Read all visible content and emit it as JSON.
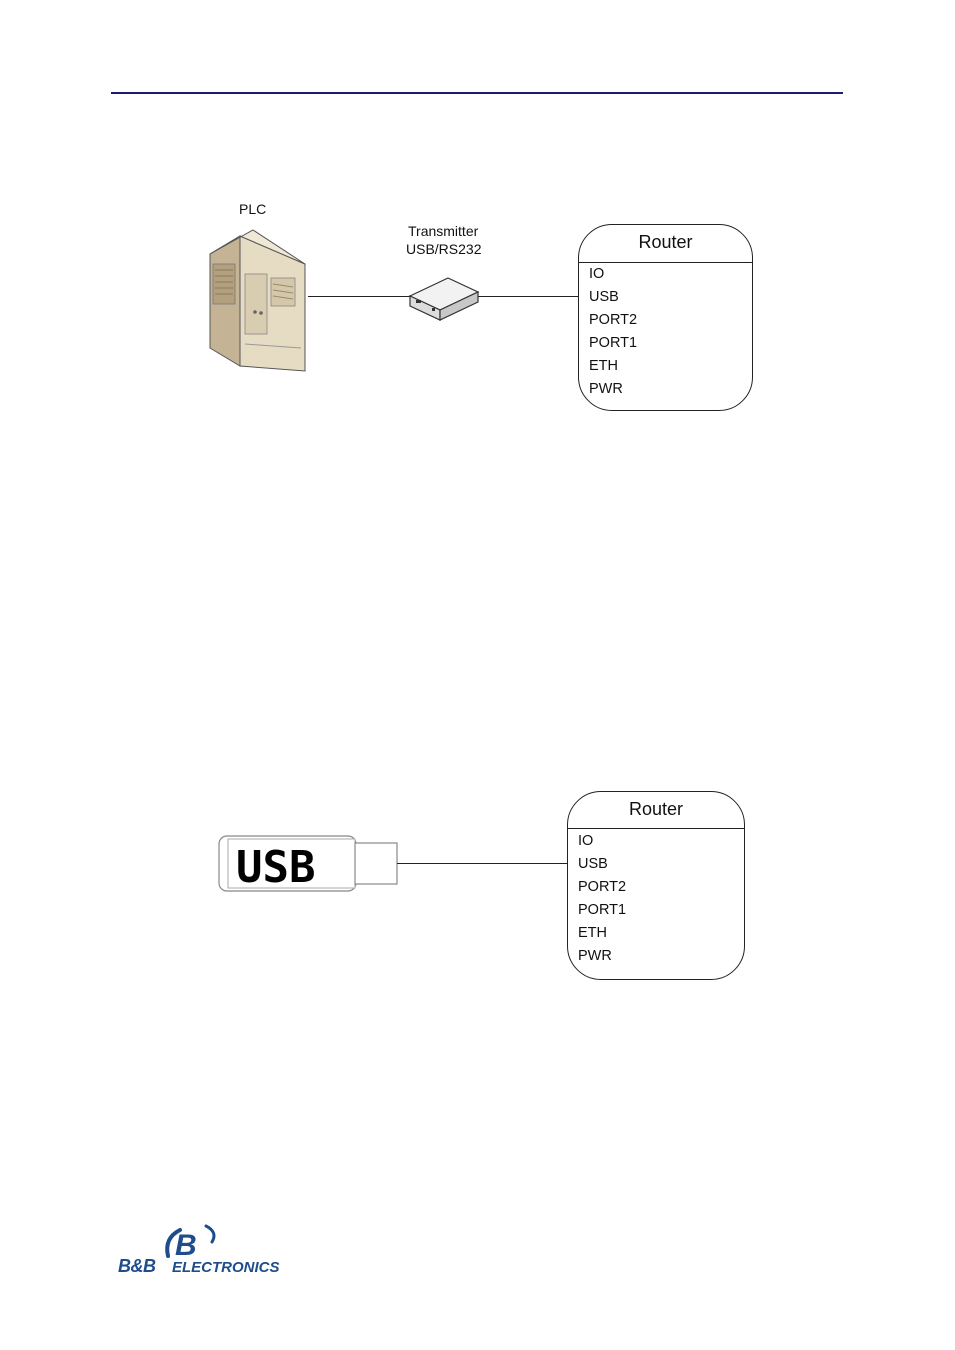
{
  "diagram1": {
    "plc_label": "PLC",
    "transmitter_label_line1": "Transmitter",
    "transmitter_label_line2": "USB/RS232",
    "router": {
      "title": "Router",
      "ports": [
        "IO",
        "USB",
        "PORT2",
        "PORT1",
        "ETH",
        "PWR"
      ]
    }
  },
  "diagram2": {
    "usb_stick_label": "USB",
    "router": {
      "title": "Router",
      "ports": [
        "IO",
        "USB",
        "PORT2",
        "PORT1",
        "ETH",
        "PWR"
      ]
    }
  },
  "footer": {
    "logo_main": "B&B",
    "logo_sub": "ELECTRONICS",
    "logo_mark": "B"
  },
  "colors": {
    "rule": "#1c1c78",
    "logo": "#1f4d8c"
  }
}
